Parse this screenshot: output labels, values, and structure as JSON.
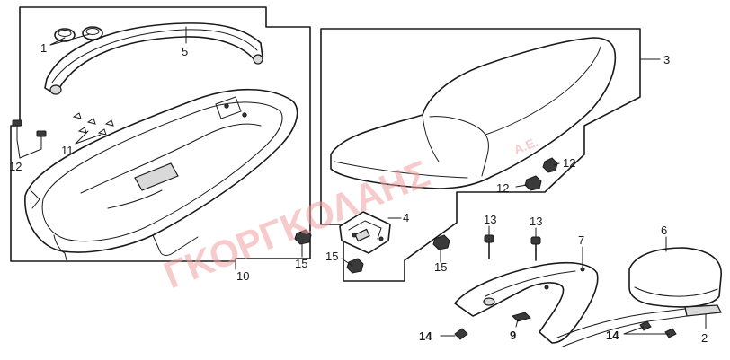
{
  "watermark": {
    "main": "ΓΚΟΡΓΚΟΛΑΗΣ",
    "suffix": "Α.Ε.",
    "color": "#f0a0a0"
  },
  "callouts": {
    "c1": "1",
    "c2": "2",
    "c3": "3",
    "c4": "4",
    "c5": "5",
    "c6": "6",
    "c7": "7",
    "c9": "9",
    "c10": "10",
    "c11": "11",
    "c12a": "12",
    "c12b": "12",
    "c12c": "12",
    "c13a": "13",
    "c13b": "13",
    "c14a": "14",
    "c14b": "14",
    "c15a": "15",
    "c15b": "15",
    "c15c": "15"
  }
}
